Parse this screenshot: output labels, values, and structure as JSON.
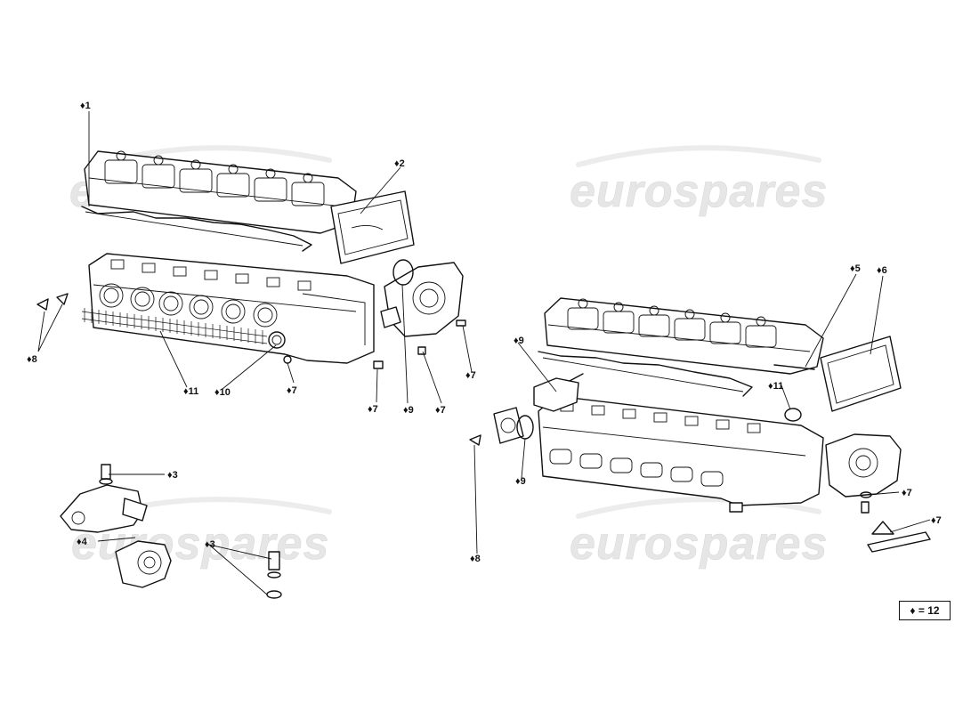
{
  "watermark": {
    "text": "eurospares"
  },
  "legend": {
    "text": "♦ = 12"
  },
  "callouts": {
    "c1": "♦1",
    "c2": "♦2",
    "c3a": "♦3",
    "c3b": "♦3",
    "c4": "♦4",
    "c5": "♦5",
    "c6": "♦6",
    "c7a": "♦7",
    "c7b": "♦7",
    "c7c": "♦7",
    "c7d": "♦7",
    "c7e": "♦7",
    "c7f": "♦7",
    "c8a": "♦8",
    "c8b": "♦8",
    "c9a": "♦9",
    "c9b": "♦9",
    "c9c": "♦9",
    "c10": "♦10",
    "c11a": "♦11",
    "c11b": "♦11"
  }
}
